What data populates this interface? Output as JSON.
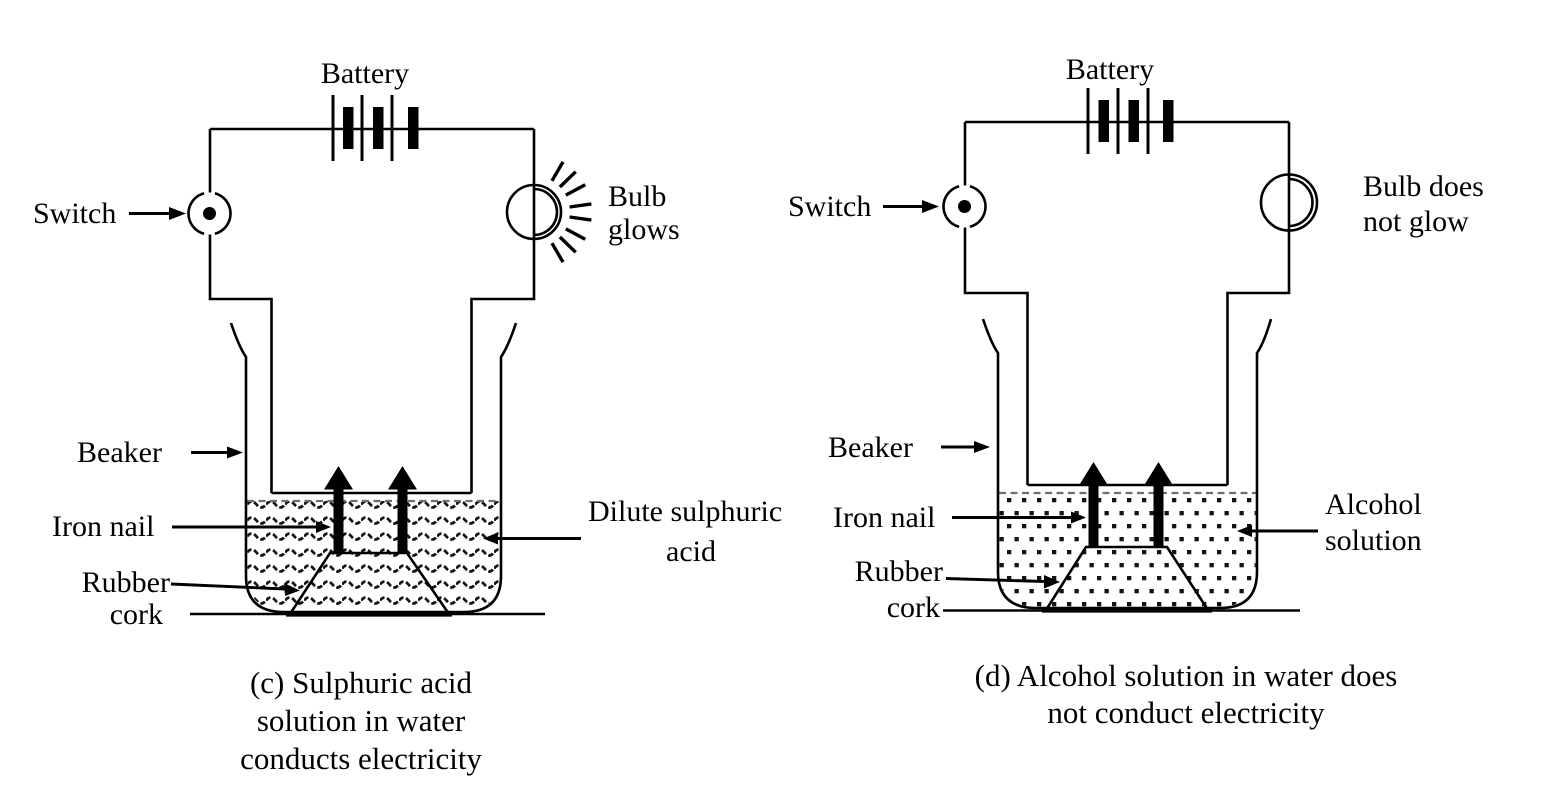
{
  "colors": {
    "ink": "#000000",
    "paper": "#ffffff"
  },
  "panel_c": {
    "labels": {
      "battery": "Battery",
      "switch": "Switch",
      "bulb_line1": "Bulb",
      "bulb_line2": "glows",
      "beaker": "Beaker",
      "iron_nail": "Iron nail",
      "rubber_line1": "Rubber",
      "rubber_line2": "cork",
      "solution_line1": "Dilute sulphuric",
      "solution_line2": "acid"
    },
    "solution_texture": "wavy-lines",
    "bulb_state": "glowing",
    "caption_line1": "(c) Sulphuric acid",
    "caption_line2": "solution in water",
    "caption_line3": "conducts electricity"
  },
  "panel_d": {
    "labels": {
      "battery": "Battery",
      "switch": "Switch",
      "bulb_line1": "Bulb does",
      "bulb_line2": "not glow",
      "beaker": "Beaker",
      "iron_nail": "Iron nail",
      "rubber_line1": "Rubber",
      "rubber_line2": "cork",
      "solution_line1": "Alcohol",
      "solution_line2": "solution"
    },
    "solution_texture": "dots",
    "bulb_state": "off",
    "caption_line1": "(d) Alcohol solution in water does",
    "caption_line2": "not conduct electricity"
  }
}
